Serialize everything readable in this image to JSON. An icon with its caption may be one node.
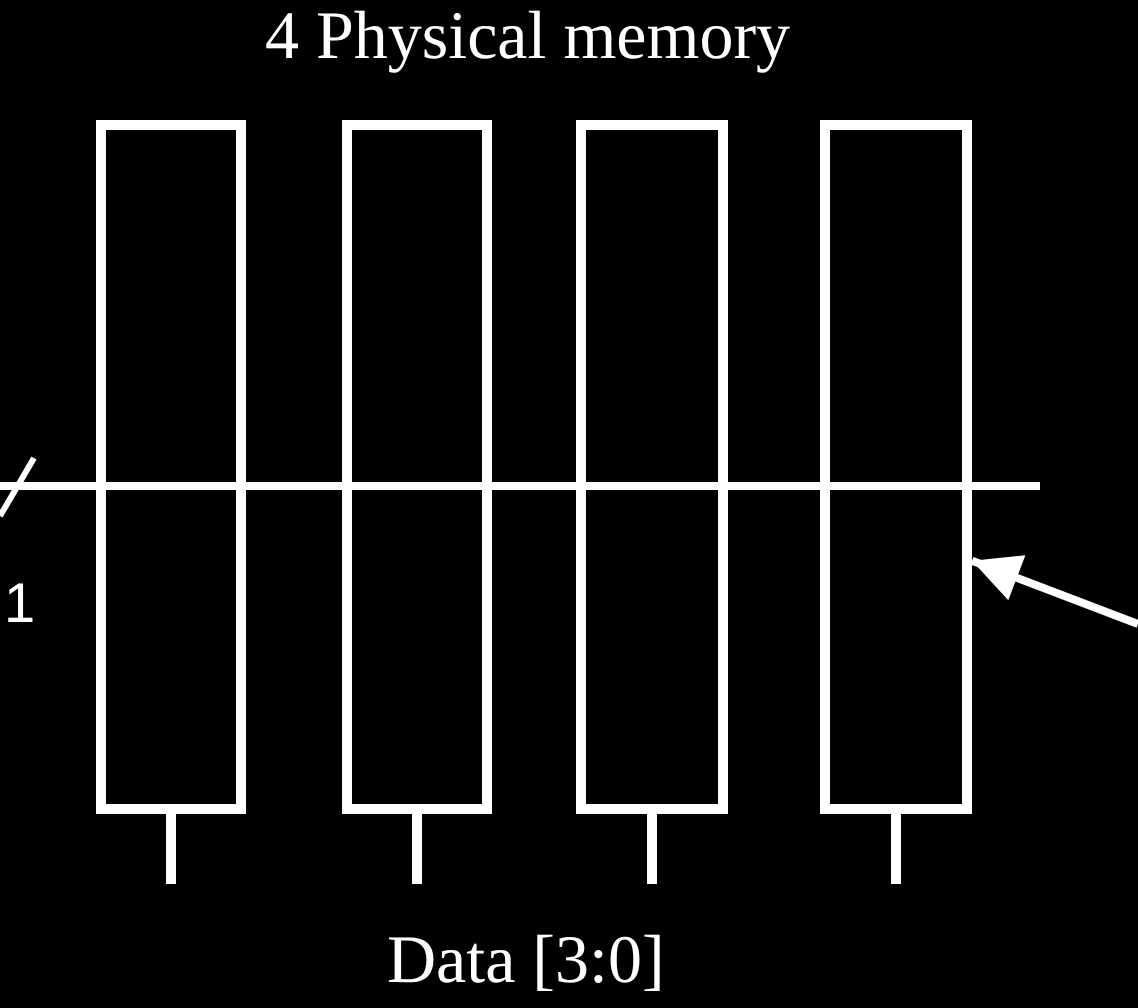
{
  "diagram": {
    "title": "4 Physical memory",
    "nodes": [
      {
        "text": [],
        "shape": "box"
      },
      {
        "text": [],
        "shape": "box"
      },
      {
        "text": [],
        "shape": "box"
      },
      {
        "text": [],
        "shape": "box"
      }
    ],
    "edges": [
      {
        "from": null,
        "to": 3,
        "arrow": "to"
      }
    ],
    "labels": [
      "1",
      "Data [3:0]"
    ]
  }
}
